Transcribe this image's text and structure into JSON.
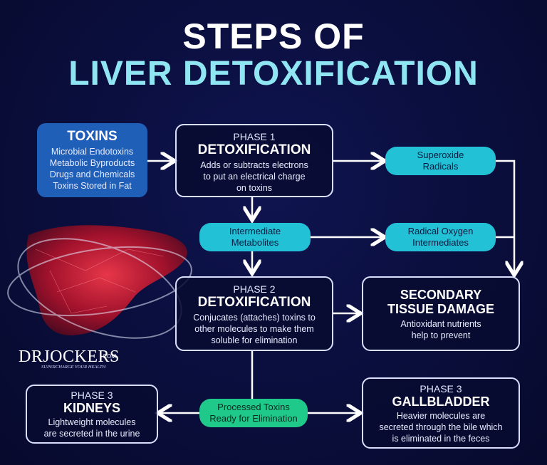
{
  "title": {
    "line1": "STEPS OF",
    "line2": "LIVER DETOXIFICATION"
  },
  "toxins": {
    "heading": "TOXINS",
    "items": [
      "Microbial Endotoxins",
      "Metabolic Byproducts",
      "Drugs and Chemicals",
      "Toxins Stored in Fat"
    ]
  },
  "phase1": {
    "label": "PHASE 1",
    "title": "DETOXIFICATION",
    "desc": [
      "Adds or subtracts electrons",
      "to put an electrical charge",
      "on toxins"
    ]
  },
  "superoxide": [
    "Superoxide",
    "Radicals"
  ],
  "intermediate": [
    "Intermediate",
    "Metabolites"
  ],
  "radical_oxygen": [
    "Radical Oxygen",
    "Intermediates"
  ],
  "phase2": {
    "label": "PHASE 2",
    "title": "DETOXIFICATION",
    "desc": [
      "Conjucates (attaches) toxins to",
      "other molecules to make them",
      "soluble for elimination"
    ]
  },
  "secondary": {
    "title": [
      "SECONDARY",
      "TISSUE DAMAGE"
    ],
    "desc": [
      "Antioxidant nutrients",
      "help to prevent"
    ]
  },
  "processed": [
    "Processed Toxins",
    "Ready for Elimination"
  ],
  "kidneys": {
    "label": "PHASE 3",
    "title": "KIDNEYS",
    "desc": [
      "Lightweight molecules",
      "are secreted in the urine"
    ]
  },
  "gallbladder": {
    "label": "PHASE 3",
    "title": "GALLBLADDER",
    "desc": [
      "Heavier molecules are",
      "secreted through the bile which",
      "is eliminated in the feces"
    ]
  },
  "logo": {
    "name": "DRJOCKERS",
    "domain": ".COM",
    "tagline": "SUPERCHARGE YOUR HEALTH"
  },
  "colors": {
    "box_blue": "#1f5fb8",
    "pill_cyan": "#22c1d6",
    "pill_green": "#1fc98a",
    "title_cyan": "#8fe6f2",
    "background": "#0a0e3c"
  }
}
